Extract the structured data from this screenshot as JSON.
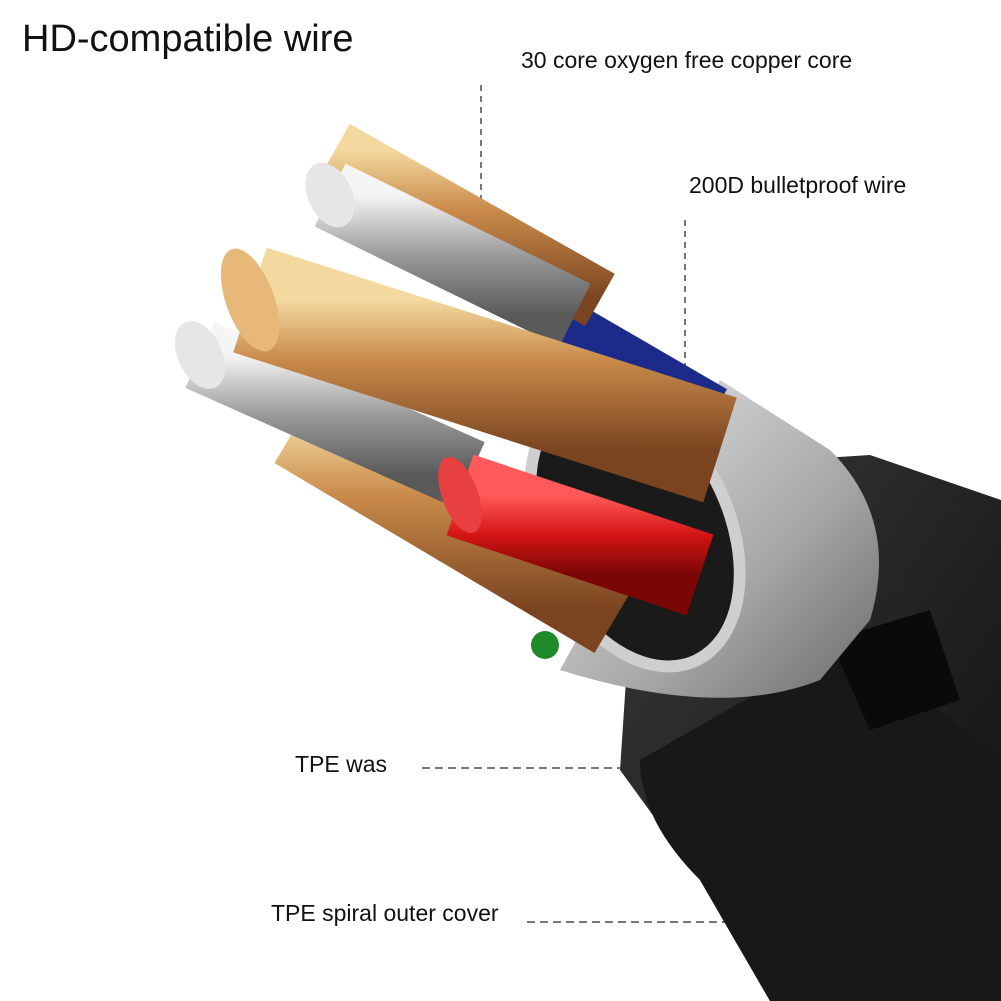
{
  "title": "HD-compatible wire",
  "labels": {
    "core": "30 core oxygen free copper core",
    "bulletproof": "200D bulletproof wire",
    "tpe_was": "TPE was",
    "outer_cover": "TPE spiral outer cover"
  },
  "colors": {
    "copper": "#c98a4a",
    "red": "#d41414",
    "blue": "#1c2a8a",
    "silver": "#c8c8c8",
    "jacket": "#1e1e1e"
  }
}
